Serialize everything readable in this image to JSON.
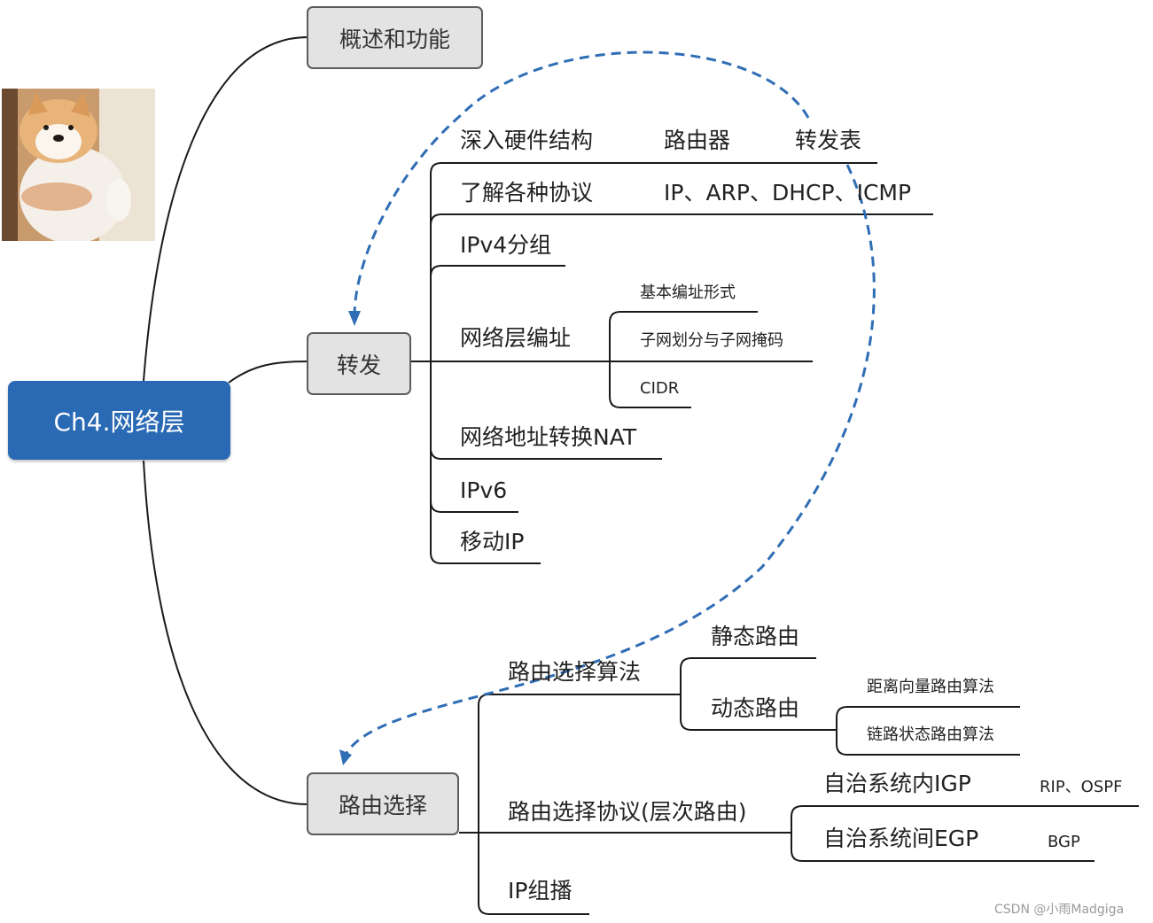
{
  "root": {
    "label": "Ch4.网络层"
  },
  "branches": {
    "overview": "概述和功能",
    "forwarding": "转发",
    "routing": "路由选择"
  },
  "forwarding": {
    "hardware": {
      "label": "深入硬件结构",
      "items": [
        "路由器",
        "转发表"
      ]
    },
    "protocols": {
      "label": "了解各种协议",
      "detail": "IP、ARP、DHCP、ICMP"
    },
    "ipv4_packet": "IPv4分组",
    "addressing": {
      "label": "网络层编址",
      "items": [
        "基本编址形式",
        "子网划分与子网掩码",
        "CIDR"
      ]
    },
    "nat": "网络地址转换NAT",
    "ipv6": "IPv6",
    "mobile_ip": "移动IP"
  },
  "routing": {
    "algorithms": {
      "label": "路由选择算法",
      "static": "静态路由",
      "dynamic": {
        "label": "动态路由",
        "items": [
          "距离向量路由算法",
          "链路状态路由算法"
        ]
      }
    },
    "protocols": {
      "label": "路由选择协议(层次路由)",
      "igp": {
        "label": "自治系统内IGP",
        "detail": "RIP、OSPF"
      },
      "egp": {
        "label": "自治系统间EGP",
        "detail": "BGP"
      }
    },
    "multicast": "IP组播"
  },
  "watermark": "CSDN @小雨Madgiga",
  "colors": {
    "root_fill": "#2a6ab4",
    "box_fill": "#e3e3e3",
    "connector": "#1a1a1a",
    "dashed_arrow": "#2f6db5"
  },
  "icons": {
    "photo": "shiba-dog-photo"
  }
}
